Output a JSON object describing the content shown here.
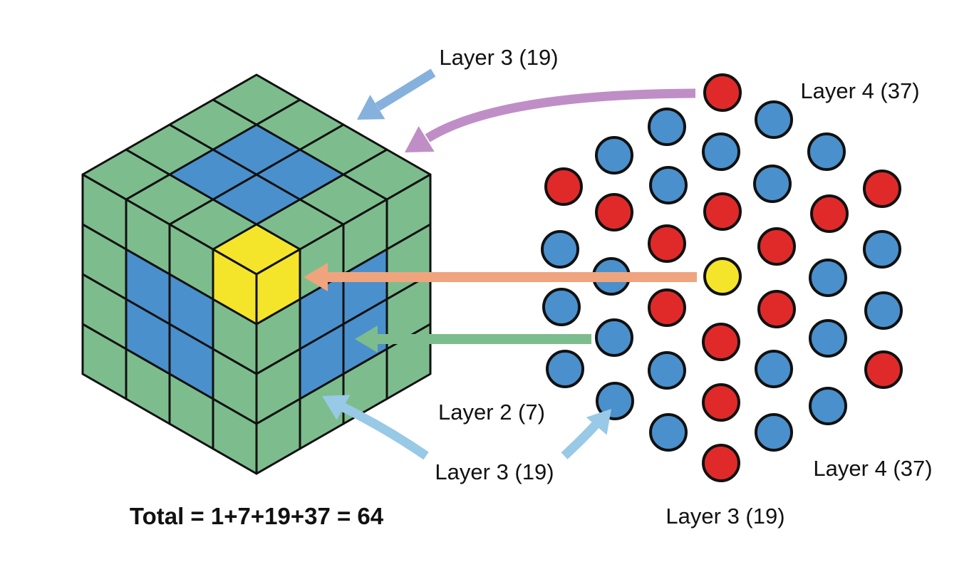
{
  "colors": {
    "center": "#f5e52a",
    "layer2": "#e02a2a",
    "layer3": "#4a90cc",
    "layer4": "#7dbd8d",
    "arrow_center": "#efa47e",
    "arrow_layer2": "#7dbd8d",
    "arrow_layer3_light": "#98c9e6",
    "arrow_layer3_top": "#86b1dd",
    "arrow_layer4": "#c08ec6",
    "outline": "#111111"
  },
  "labels": {
    "top_layer3": "Layer 3 (19)",
    "top_layer4": "Layer 4 (37)",
    "mid_layer2": "Layer 2 (7)",
    "bottom_layer3": "Layer 3 (19)",
    "bottom_layer4": "Layer 4 (37)",
    "footer_layer3": "Layer 3 (19)",
    "total": "Total = 1+7+19+37 = 64"
  },
  "cube": {
    "size": 4,
    "shells": [
      "center",
      "layer2",
      "layer3",
      "layer4"
    ]
  },
  "hex_layers": [
    {
      "name": "center",
      "count": 1
    },
    {
      "name": "layer2",
      "count": 7
    },
    {
      "name": "layer3",
      "count": 19
    },
    {
      "name": "layer4",
      "count": 37
    }
  ]
}
